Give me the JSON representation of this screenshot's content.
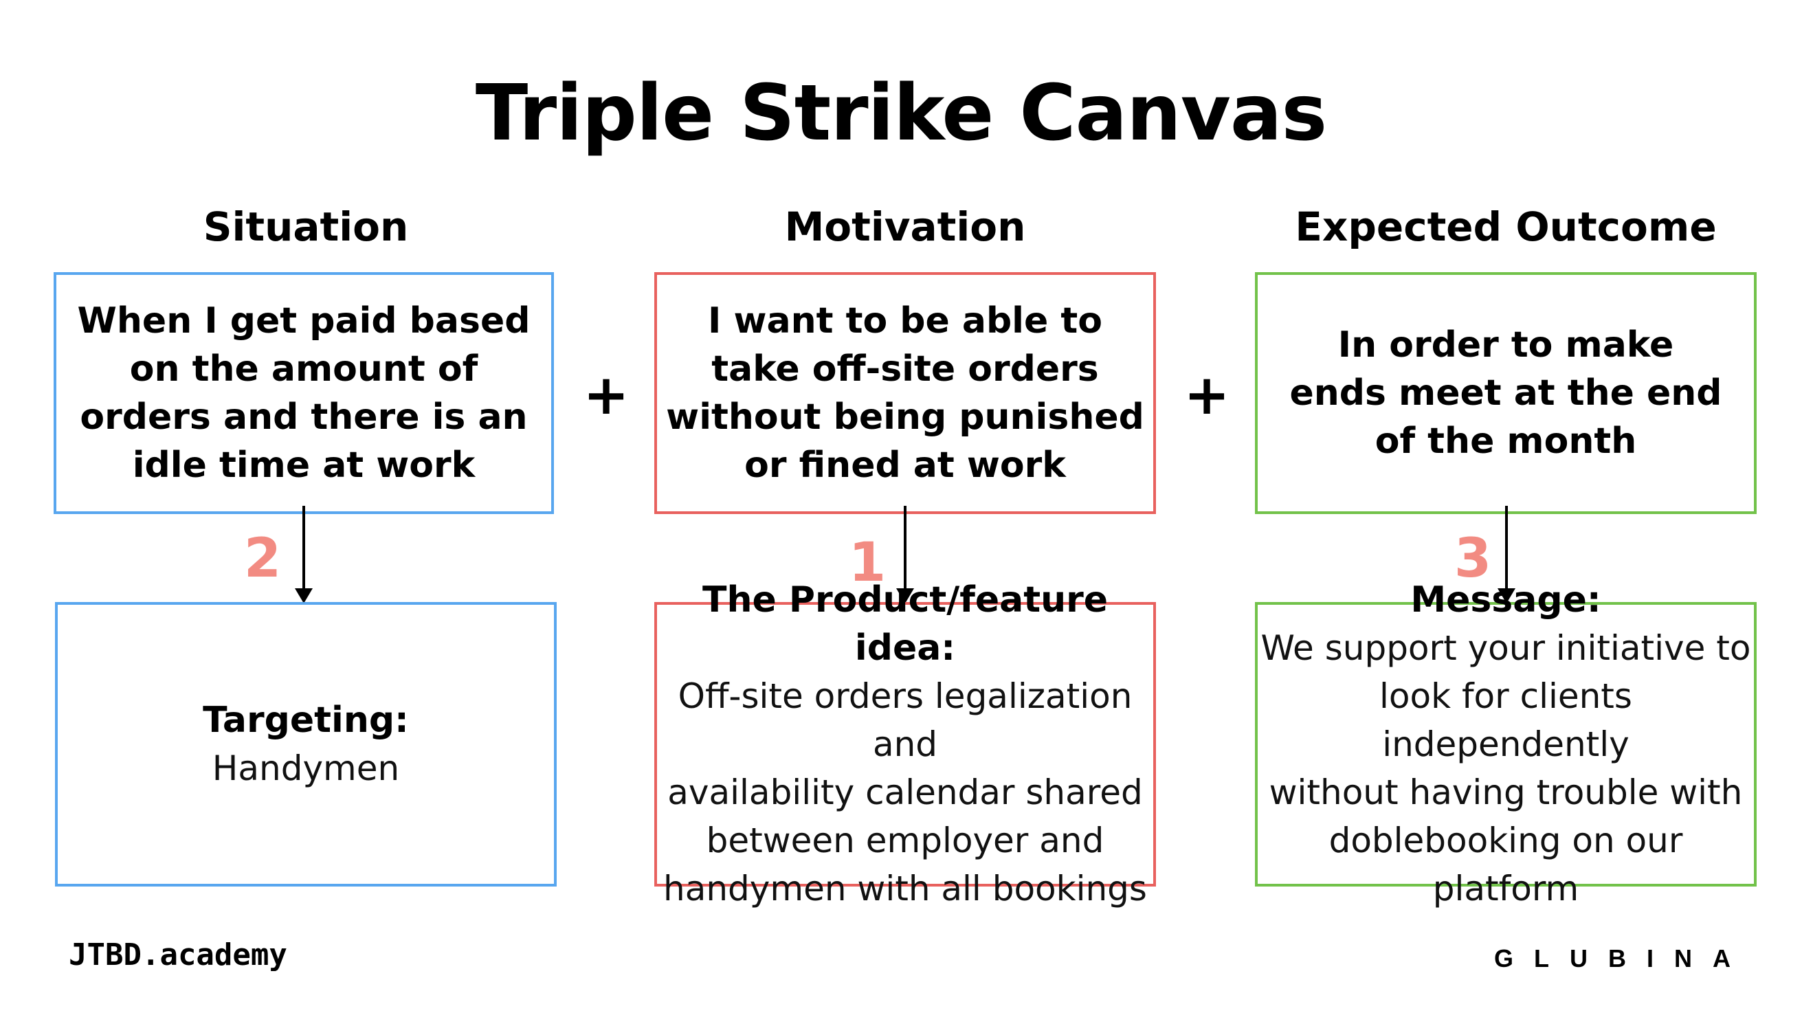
{
  "title": "Triple Strike Canvas",
  "columns": [
    {
      "heading": "Situation",
      "top_lines": [
        "When I get paid based",
        "on the amount of",
        "orders and there is an",
        "idle time at work"
      ],
      "step": "2",
      "bottom_label": "Targeting:",
      "bottom_lines": [
        "Handymen"
      ],
      "color": "#58a6ef"
    },
    {
      "heading": "Motivation",
      "top_lines": [
        "I want to be able to",
        "take off-site orders",
        "without being punished",
        "or fined at work"
      ],
      "step": "1",
      "bottom_label": "The Product/feature idea:",
      "bottom_lines": [
        "Off-site orders legalization and",
        "availability calendar shared",
        "between employer and",
        "handymen with all bookings"
      ],
      "color": "#e8615e"
    },
    {
      "heading": "Expected Outcome",
      "top_lines": [
        "In order to make",
        "ends meet at the end",
        "of the month"
      ],
      "step": "3",
      "bottom_label": "Message:",
      "bottom_lines": [
        "We support your initiative to",
        "look for clients independently",
        "without having trouble with",
        "doblebooking on our platform"
      ],
      "color": "#72c24a"
    }
  ],
  "operators": [
    "+",
    "+"
  ],
  "step_color": "#f28b82",
  "footer": {
    "left": "JTBD.academy",
    "right": "GLUBINA"
  }
}
